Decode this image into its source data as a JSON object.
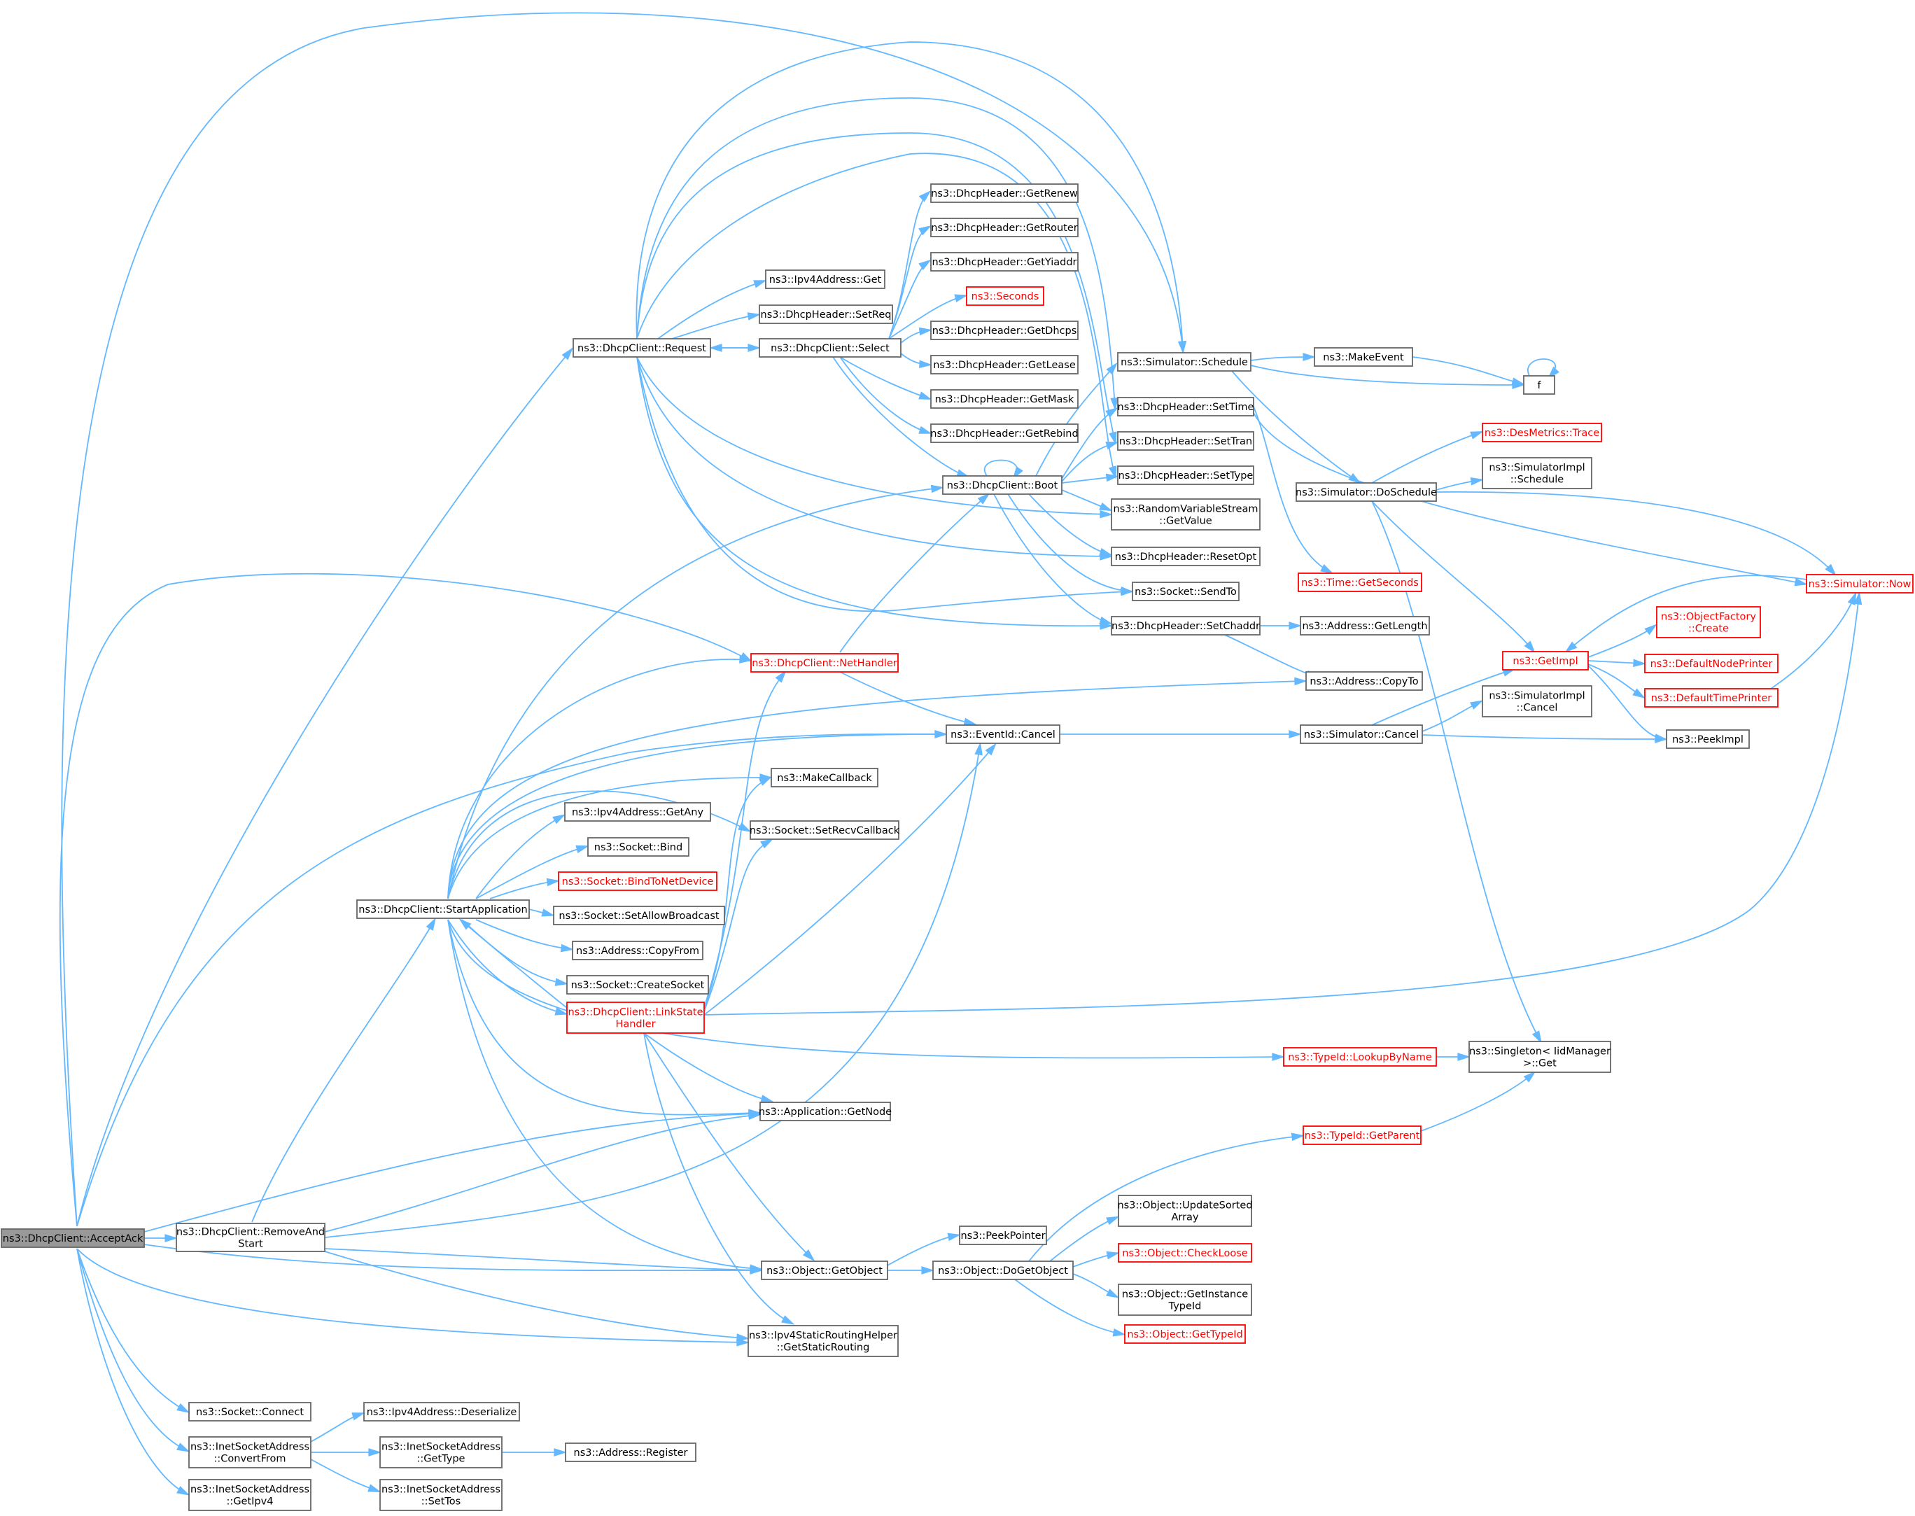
{
  "graph": {
    "nodes": [
      {
        "id": "acceptack",
        "lines": [
          "ns3::DhcpClient::AcceptAck"
        ],
        "kind": "root"
      },
      {
        "id": "request",
        "lines": [
          "ns3::DhcpClient::Request"
        ]
      },
      {
        "id": "select",
        "lines": [
          "ns3::DhcpClient::Select"
        ]
      },
      {
        "id": "boot",
        "lines": [
          "ns3::DhcpClient::Boot"
        ]
      },
      {
        "id": "nethandler",
        "lines": [
          "ns3::DhcpClient::NetHandler"
        ],
        "kind": "red"
      },
      {
        "id": "startapp",
        "lines": [
          "ns3::DhcpClient::StartApplication"
        ]
      },
      {
        "id": "linkstate",
        "lines": [
          "ns3::DhcpClient::LinkState",
          "Handler"
        ],
        "kind": "red"
      },
      {
        "id": "removeandstart",
        "lines": [
          "ns3::DhcpClient::RemoveAnd",
          "Start"
        ]
      },
      {
        "id": "ipv4get",
        "lines": [
          "ns3::Ipv4Address::Get"
        ]
      },
      {
        "id": "setreq",
        "lines": [
          "ns3::DhcpHeader::SetReq"
        ]
      },
      {
        "id": "getrenew",
        "lines": [
          "ns3::DhcpHeader::GetRenew"
        ]
      },
      {
        "id": "getrouter",
        "lines": [
          "ns3::DhcpHeader::GetRouter"
        ]
      },
      {
        "id": "getyiaddr",
        "lines": [
          "ns3::DhcpHeader::GetYiaddr"
        ]
      },
      {
        "id": "seconds",
        "lines": [
          "ns3::Seconds"
        ],
        "kind": "red"
      },
      {
        "id": "getdhcps",
        "lines": [
          "ns3::DhcpHeader::GetDhcps"
        ]
      },
      {
        "id": "getlease",
        "lines": [
          "ns3::DhcpHeader::GetLease"
        ]
      },
      {
        "id": "getmask",
        "lines": [
          "ns3::DhcpHeader::GetMask"
        ]
      },
      {
        "id": "getrebind",
        "lines": [
          "ns3::DhcpHeader::GetRebind"
        ]
      },
      {
        "id": "schedule",
        "lines": [
          "ns3::Simulator::Schedule"
        ]
      },
      {
        "id": "settime",
        "lines": [
          "ns3::DhcpHeader::SetTime"
        ]
      },
      {
        "id": "settran",
        "lines": [
          "ns3::DhcpHeader::SetTran"
        ]
      },
      {
        "id": "settype",
        "lines": [
          "ns3::DhcpHeader::SetType"
        ]
      },
      {
        "id": "rvsgetvalue",
        "lines": [
          "ns3::RandomVariableStream",
          "::GetValue"
        ]
      },
      {
        "id": "resetopt",
        "lines": [
          "ns3::DhcpHeader::ResetOpt"
        ]
      },
      {
        "id": "sendto",
        "lines": [
          "ns3::Socket::SendTo"
        ]
      },
      {
        "id": "setchaddr",
        "lines": [
          "ns3::DhcpHeader::SetChaddr"
        ]
      },
      {
        "id": "makeevent",
        "lines": [
          "ns3::MakeEvent"
        ]
      },
      {
        "id": "f",
        "lines": [
          "f"
        ]
      },
      {
        "id": "doschedule",
        "lines": [
          "ns3::Simulator::DoSchedule"
        ]
      },
      {
        "id": "desmetrics",
        "lines": [
          "ns3::DesMetrics::Trace"
        ],
        "kind": "red"
      },
      {
        "id": "simimplschedule",
        "lines": [
          "ns3::SimulatorImpl",
          "::Schedule"
        ]
      },
      {
        "id": "timegetseconds",
        "lines": [
          "ns3::Time::GetSeconds"
        ],
        "kind": "red"
      },
      {
        "id": "now",
        "lines": [
          "ns3::Simulator::Now"
        ],
        "kind": "red"
      },
      {
        "id": "getimpl",
        "lines": [
          "ns3::GetImpl"
        ],
        "kind": "red"
      },
      {
        "id": "objfactory",
        "lines": [
          "ns3::ObjectFactory",
          "::Create"
        ],
        "kind": "red"
      },
      {
        "id": "defnodeprinter",
        "lines": [
          "ns3::DefaultNodePrinter"
        ],
        "kind": "red"
      },
      {
        "id": "deftimeprinter",
        "lines": [
          "ns3::DefaultTimePrinter"
        ],
        "kind": "red"
      },
      {
        "id": "peekimpl",
        "lines": [
          "ns3::PeekImpl"
        ]
      },
      {
        "id": "addrgetlength",
        "lines": [
          "ns3::Address::GetLength"
        ]
      },
      {
        "id": "addrcopyto",
        "lines": [
          "ns3::Address::CopyTo"
        ]
      },
      {
        "id": "eventcancel",
        "lines": [
          "ns3::EventId::Cancel"
        ]
      },
      {
        "id": "simcancel",
        "lines": [
          "ns3::Simulator::Cancel"
        ]
      },
      {
        "id": "simimplcancel",
        "lines": [
          "ns3::SimulatorImpl",
          "::Cancel"
        ]
      },
      {
        "id": "makecallback",
        "lines": [
          "ns3::MakeCallback"
        ]
      },
      {
        "id": "setrecvcallback",
        "lines": [
          "ns3::Socket::SetRecvCallback"
        ]
      },
      {
        "id": "getany",
        "lines": [
          "ns3::Ipv4Address::GetAny"
        ]
      },
      {
        "id": "socketbind",
        "lines": [
          "ns3::Socket::Bind"
        ]
      },
      {
        "id": "bindtonetdevice",
        "lines": [
          "ns3::Socket::BindToNetDevice"
        ],
        "kind": "red"
      },
      {
        "id": "setallowbroadcast",
        "lines": [
          "ns3::Socket::SetAllowBroadcast"
        ]
      },
      {
        "id": "addrcopyfrom",
        "lines": [
          "ns3::Address::CopyFrom"
        ]
      },
      {
        "id": "createsocket",
        "lines": [
          "ns3::Socket::CreateSocket"
        ]
      },
      {
        "id": "lookupbyname",
        "lines": [
          "ns3::TypeId::LookupByName"
        ],
        "kind": "red"
      },
      {
        "id": "singletonget",
        "lines": [
          "ns3::Singleton< IidManager",
          " >::Get"
        ]
      },
      {
        "id": "appgetnode",
        "lines": [
          "ns3::Application::GetNode"
        ]
      },
      {
        "id": "getparent",
        "lines": [
          "ns3::TypeId::GetParent"
        ],
        "kind": "red"
      },
      {
        "id": "updatesorted",
        "lines": [
          "ns3::Object::UpdateSorted",
          "Array"
        ]
      },
      {
        "id": "peekpointer",
        "lines": [
          "ns3::PeekPointer"
        ]
      },
      {
        "id": "checkloose",
        "lines": [
          "ns3::Object::CheckLoose"
        ],
        "kind": "red"
      },
      {
        "id": "getobject",
        "lines": [
          "ns3::Object::GetObject"
        ]
      },
      {
        "id": "dogetobject",
        "lines": [
          "ns3::Object::DoGetObject"
        ]
      },
      {
        "id": "getinstancetypeid",
        "lines": [
          "ns3::Object::GetInstance",
          "TypeId"
        ]
      },
      {
        "id": "gettypeid",
        "lines": [
          "ns3::Object::GetTypeId"
        ],
        "kind": "red"
      },
      {
        "id": "getstaticrouting",
        "lines": [
          "ns3::Ipv4StaticRoutingHelper",
          "::GetStaticRouting"
        ]
      },
      {
        "id": "socketconnect",
        "lines": [
          "ns3::Socket::Connect"
        ]
      },
      {
        "id": "ipv4deserialize",
        "lines": [
          "ns3::Ipv4Address::Deserialize"
        ]
      },
      {
        "id": "convertfrom",
        "lines": [
          "ns3::InetSocketAddress",
          "::ConvertFrom"
        ]
      },
      {
        "id": "inetgettype",
        "lines": [
          "ns3::InetSocketAddress",
          "::GetType"
        ]
      },
      {
        "id": "addrregister",
        "lines": [
          "ns3::Address::Register"
        ]
      },
      {
        "id": "inetsettos",
        "lines": [
          "ns3::InetSocketAddress",
          "::SetTos"
        ]
      },
      {
        "id": "inetgetipv4",
        "lines": [
          "ns3::InetSocketAddress",
          "::GetIpv4"
        ]
      }
    ]
  },
  "colors": {
    "edge": "#63b8ff",
    "node_border": "#666666",
    "root_fill": "#999999",
    "incomplete": "#ff0000"
  }
}
